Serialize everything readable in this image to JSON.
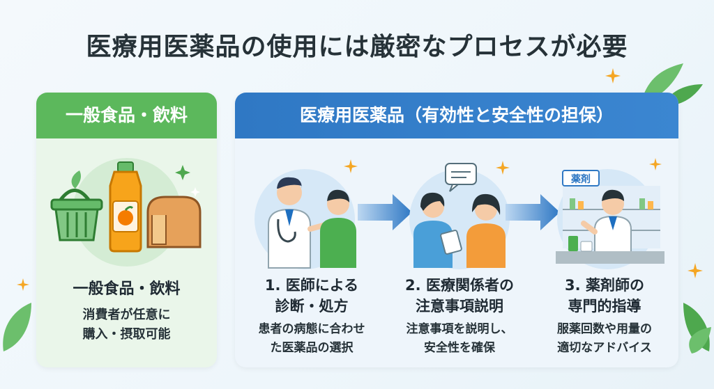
{
  "title": "医療用医薬品の使用には厳密なプロセスが必要",
  "general": {
    "header": "一般食品・飲料",
    "subtitle": "一般食品・飲料",
    "description_lines": [
      "消費者が任意に",
      "購入・摂取可能"
    ]
  },
  "medical": {
    "header": "医療用医薬品（有効性と安全性の担保）",
    "steps": [
      {
        "title_lines": [
          "1. 医師による",
          "診断・処方"
        ],
        "desc_lines": [
          "患者の病態に合わせ",
          "た医薬品の選択"
        ],
        "icon": "doctor-examination"
      },
      {
        "title_lines": [
          "2. 医療関係者の",
          "注意事項説明"
        ],
        "desc_lines": [
          "注意事項を説明し、",
          "安全性を確保"
        ],
        "icon": "nurse-consultation"
      },
      {
        "title_lines": [
          "3. 薬剤師の",
          "専門的指導"
        ],
        "desc_lines": [
          "服薬回数や用量の",
          "適切なアドバイス"
        ],
        "icon": "pharmacist-counter"
      }
    ],
    "pharmacy_sign": "薬剤"
  },
  "colors": {
    "green": "#5cb85c",
    "blue": "#2f78c4",
    "accent": "#f5a623"
  }
}
